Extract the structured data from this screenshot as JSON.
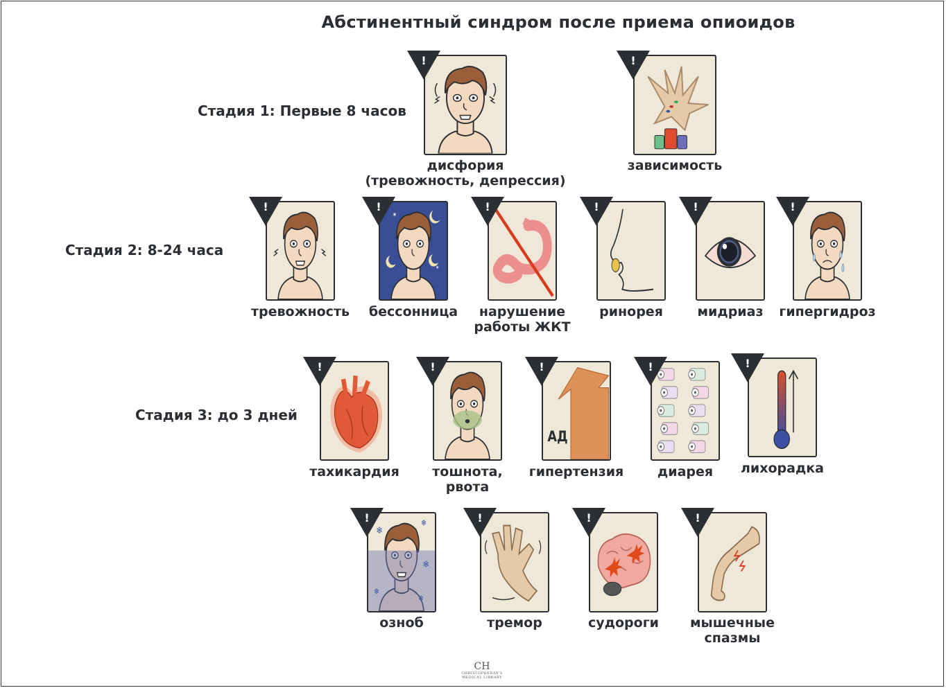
{
  "title": "Абстинентный синдром после приема опиоидов",
  "warning_mark": "!",
  "logo": {
    "monogram": "CH",
    "line1": "CHRISTOPHERAX'S",
    "line2": "MEDICAL LIBRARY"
  },
  "stages": [
    {
      "label": "Стадия 1: Первые 8 часов",
      "symptoms": [
        {
          "line1": "дисфория",
          "line2": "(тревожность, депрессия)",
          "icon": "anxious-face-icon"
        },
        {
          "line1": "зависимость",
          "line2": "",
          "icon": "hand-pills-icon"
        }
      ]
    },
    {
      "label": "Стадия 2: 8-24 часа",
      "symptoms": [
        {
          "line1": "тревожность",
          "line2": "",
          "icon": "anxious-face-icon"
        },
        {
          "line1": "бессонница",
          "line2": "",
          "icon": "insomnia-face-icon"
        },
        {
          "line1": "нарушение",
          "line2": "работы ЖКТ",
          "icon": "crossed-stomach-icon"
        },
        {
          "line1": "ринорея",
          "line2": "",
          "icon": "runny-nose-icon"
        },
        {
          "line1": "мидриаз",
          "line2": "",
          "icon": "dilated-eye-icon"
        },
        {
          "line1": "гипергидроз",
          "line2": "",
          "icon": "sweating-face-icon"
        }
      ]
    },
    {
      "label": "Стадия 3: до 3 дней",
      "symptoms": [
        {
          "line1": "тахикардия",
          "line2": "",
          "icon": "heart-icon"
        },
        {
          "line1": "тошнота,",
          "line2": "рвота",
          "icon": "nauseous-face-icon"
        },
        {
          "line1": "гипертензия",
          "line2": "",
          "icon": "rising-arrow-icon",
          "inner_text": "АД"
        },
        {
          "line1": "диарея",
          "line2": "",
          "icon": "toilet-paper-icon"
        },
        {
          "line1": "лихорадка",
          "line2": "",
          "icon": "thermometer-icon"
        },
        {
          "line1": "озноб",
          "line2": "",
          "icon": "shivering-face-icon"
        },
        {
          "line1": "тремор",
          "line2": "",
          "icon": "trembling-hand-icon"
        },
        {
          "line1": "судороги",
          "line2": "",
          "icon": "brain-seizure-icon"
        },
        {
          "line1": "мышечные",
          "line2": "спазмы",
          "icon": "arm-spasm-icon"
        }
      ]
    }
  ],
  "colors": {
    "card_fill": "#efe7d7",
    "outline": "#2b2f33",
    "insomnia_bg": "#3a4e96",
    "hypertension_arrow": "#de9159",
    "stomach": "#ec8f8f",
    "cross_line": "#d63b1e"
  }
}
